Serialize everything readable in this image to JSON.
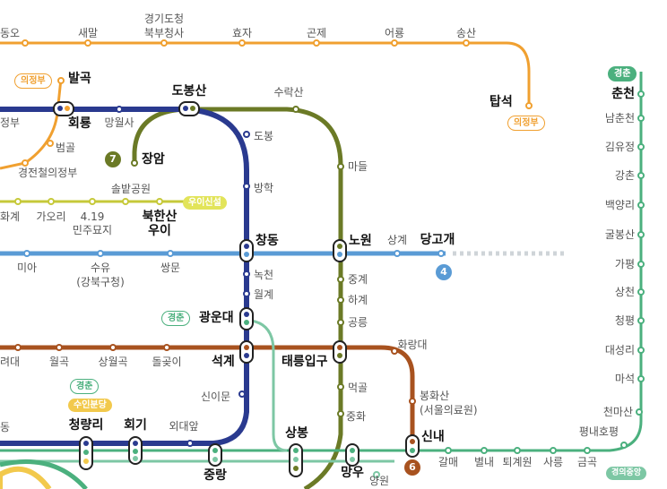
{
  "colors": {
    "line1": "#2a3a8f",
    "line4": "#5a9bd5",
    "line6": "#a8521f",
    "line7": "#6b7a26",
    "uijeongbu": "#f0a030",
    "gyeongchun": "#4bb07e",
    "ui_sinseol": "#c6c93a",
    "suin_bundang": "#f2c94c",
    "gyeongui_jungang": "#7dc7a4",
    "line1_dark": "#1f2d6e"
  },
  "line_badges": {
    "uijeongbu_left": "의정부",
    "uijeongbu_right": "의정부",
    "ui_sinseol": "우이신설",
    "gyeongchun_top": "경춘",
    "gyeongchun_gwangun": "경춘",
    "gyeongchun_cheongnyangni": "경춘",
    "suin_bundang": "수인분당",
    "gyeongui_jungang": "경의중앙",
    "line7_number": "7",
    "line4_number": "4",
    "line6_number": "6"
  },
  "stations": {
    "dongo": "동오",
    "saemal": "새말",
    "gyeonggi_docheong_1": "경기도청",
    "gyeonggi_docheong_2": "북부청사",
    "hyoja": "효자",
    "gonje": "곤제",
    "eoryong": "어룡",
    "songsan": "송산",
    "tapseok": "탑석",
    "balgok": "발곡",
    "hoeryong": "회룡",
    "jeongbu": "정부",
    "mangwolsa": "망월사",
    "dobongsan": "도봉산",
    "surak_san": "수락산",
    "dobong": "도봉",
    "beomgol": "범골",
    "jangam": "장암",
    "madeul": "마들",
    "gyeongjeonchol": "경전철의정부",
    "banghak": "방학",
    "solbat_park": "솔밭공원",
    "hwagye": "화계",
    "gaori": "가오리",
    "s419_1": "4.19",
    "s419_2": "민주묘지",
    "bukhansan_ui_1": "북한산",
    "bukhansan_ui_2": "우이",
    "changdong": "창동",
    "nowon": "노원",
    "sanggye": "상계",
    "danggogae": "당고개",
    "mia": "미아",
    "suyu_1": "수유",
    "suyu_2": "(강북구청)",
    "ssangmun": "쌍문",
    "nokcheon": "녹천",
    "junggye": "중계",
    "wolgye": "월계",
    "hagye": "하계",
    "gwangundae": "광운대",
    "gongneung": "공릉",
    "hwarangdae": "화랑대",
    "ryeodae": "려대",
    "wolgok": "월곡",
    "sangwolgok": "상월곡",
    "dolgoji": "돌곶이",
    "seokgye": "석계",
    "taereung": "태릉입구",
    "sinimun": "신이문",
    "meokgol": "먹골",
    "bonghwasan_1": "봉화산",
    "bonghwasan_2": "(서울의료원)",
    "junghwa": "중화",
    "oedae": "외대앞",
    "dong_left": "동",
    "cheongnyangni": "청량리",
    "hoegi": "회기",
    "sangbong": "상봉",
    "sinnae": "신내",
    "galmae": "갈매",
    "byeollae": "별내",
    "toegyewon": "퇴계원",
    "sareung": "사릉",
    "geumgok": "금곡",
    "pyeongnae": "평내호평",
    "cheonmasan": "천마산",
    "junggrang": "중랑",
    "mangu": "망우",
    "yangwon": "양원",
    "chuncheon": "춘천",
    "namchuncheon": "남춘천",
    "gimyujeong": "김유정",
    "gangchon": "강촌",
    "baegyangri": "백양리",
    "gulbongsan": "굴봉산",
    "gapyeong": "가평",
    "sangcheon": "상천",
    "cheongpyeong": "청평",
    "daeseongri": "대성리",
    "maseok": "마석"
  }
}
